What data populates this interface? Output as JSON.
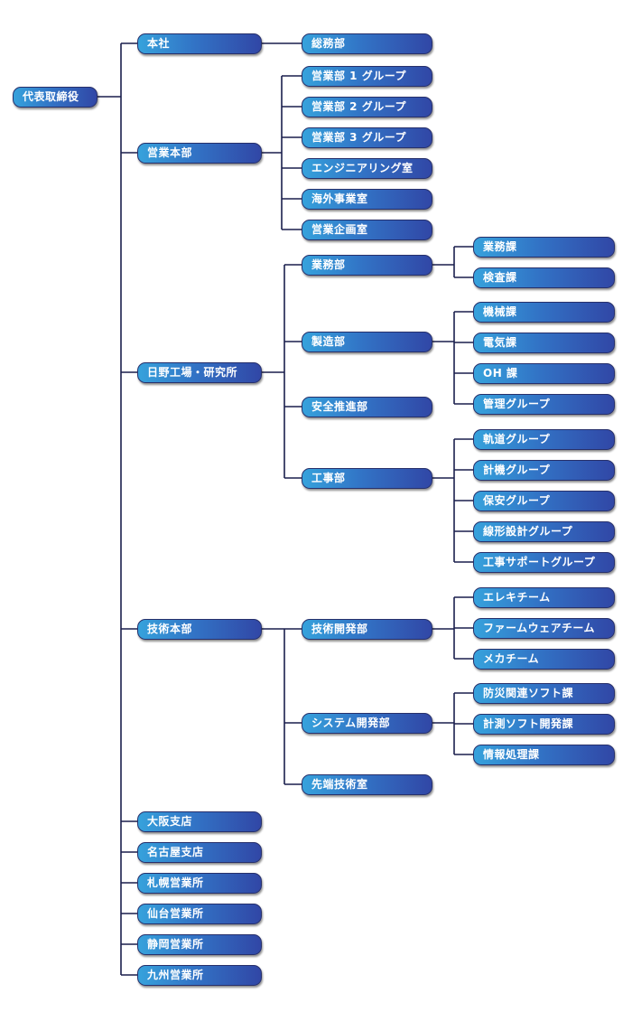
{
  "org": {
    "root": "代表取締役",
    "l1": [
      "本社",
      "営業本部",
      "日野工場・研究所",
      "技術本部",
      "大阪支店",
      "名古屋支店",
      "札幌営業所",
      "仙台営業所",
      "静岡営業所",
      "九州営業所"
    ],
    "honsha": [
      "総務部"
    ],
    "eigyo": [
      "営業部 1 グループ",
      "営業部 2 グループ",
      "営業部 3 グループ",
      "エンジニアリング室",
      "海外事業室",
      "営業企画室"
    ],
    "hino": [
      "業務部",
      "製造部",
      "安全推進部",
      "工事部"
    ],
    "gyomu": [
      "業務課",
      "検査課"
    ],
    "seizo": [
      "機械課",
      "電気課",
      "OH 課",
      "管理グループ"
    ],
    "koji": [
      "軌道グループ",
      "計機グループ",
      "保安グループ",
      "線形設計グループ",
      "工事サポートグループ"
    ],
    "gijutsu": [
      "技術開発部",
      "システム開発部",
      "先端技術室"
    ],
    "gikai": [
      "エレキチーム",
      "ファームウェアチーム",
      "メカチーム"
    ],
    "system": [
      "防災関連ソフト課",
      "計測ソフト開発課",
      "情報処理課"
    ]
  }
}
